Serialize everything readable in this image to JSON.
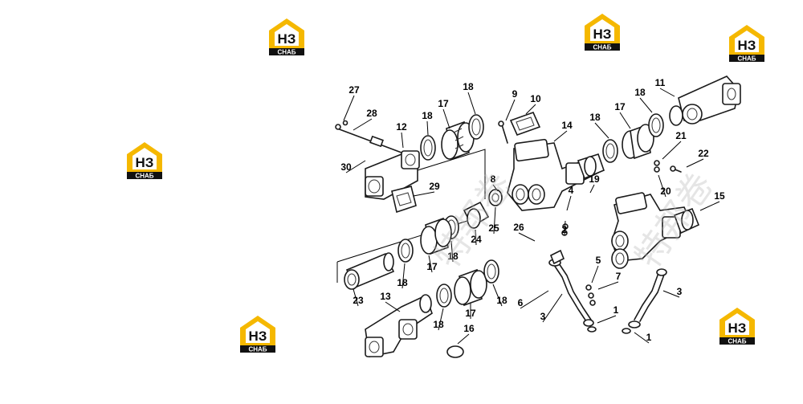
{
  "brand": {
    "logo_text": "НЗ",
    "logo_subtext": "СНАБ",
    "accent_color": "#f5b800",
    "dark_color": "#111111"
  },
  "watermark": {
    "text": "特邦卷"
  },
  "callouts": [
    "27",
    "28",
    "12",
    "30",
    "29",
    "18",
    "17",
    "18",
    "9",
    "10",
    "14",
    "18",
    "17",
    "18",
    "11",
    "21",
    "22",
    "20",
    "19",
    "4",
    "2",
    "8",
    "25",
    "24",
    "18",
    "17",
    "26",
    "15",
    "23",
    "18",
    "17",
    "18",
    "13",
    "18",
    "16",
    "5",
    "7",
    "6",
    "3",
    "1",
    "3",
    "1"
  ]
}
